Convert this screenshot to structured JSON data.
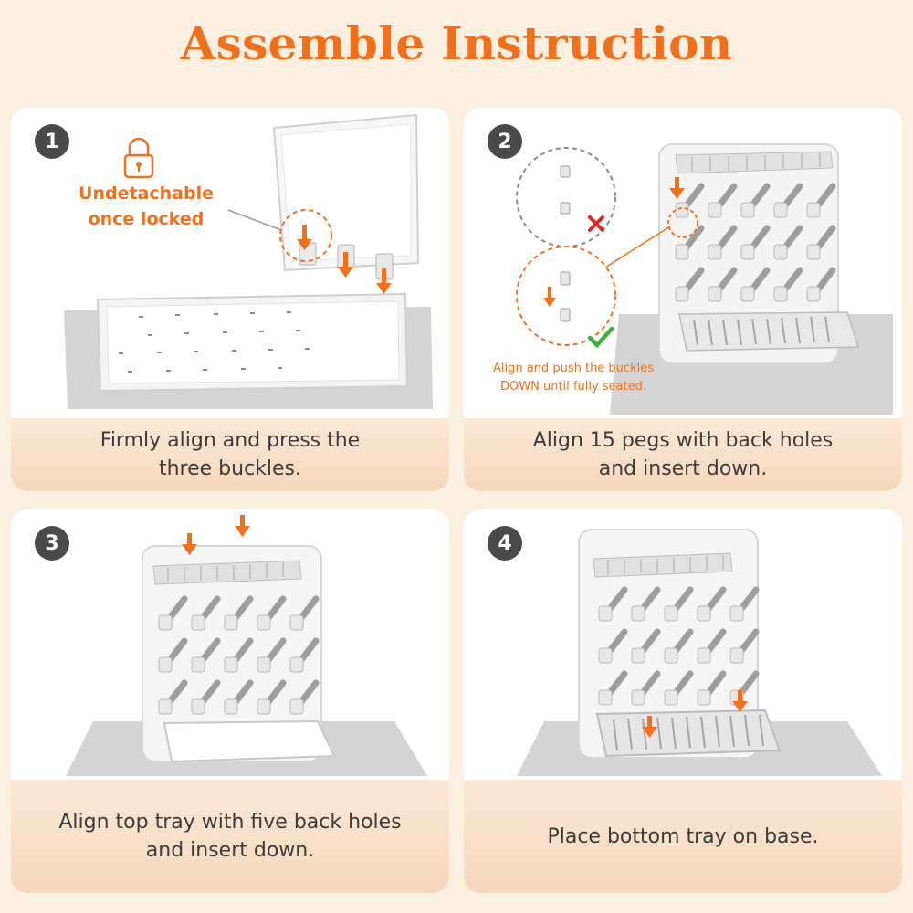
{
  "page": {
    "title": "Assemble Instruction",
    "colors": {
      "accent": "#f0701c",
      "background": "#fbefe0",
      "step_badge": "#4a4a4a"
    }
  },
  "steps": [
    {
      "number": "1",
      "caption_lines": [
        "Firmly align and press the",
        "three buckles."
      ],
      "callout_lines": [
        "Undetachable",
        "once locked"
      ],
      "icon": "lock-icon"
    },
    {
      "number": "2",
      "caption_lines": [
        "Align 15 pegs with back holes",
        "and insert down."
      ],
      "callout_lines": [
        "Align and push the buckles",
        "DOWN until fully seated."
      ],
      "icons": [
        "wrong-cross-icon",
        "correct-check-icon"
      ]
    },
    {
      "number": "3",
      "caption_lines": [
        "Align top tray with five back holes",
        "and insert down."
      ]
    },
    {
      "number": "4",
      "caption_lines": [
        "Place bottom tray on base."
      ]
    }
  ]
}
